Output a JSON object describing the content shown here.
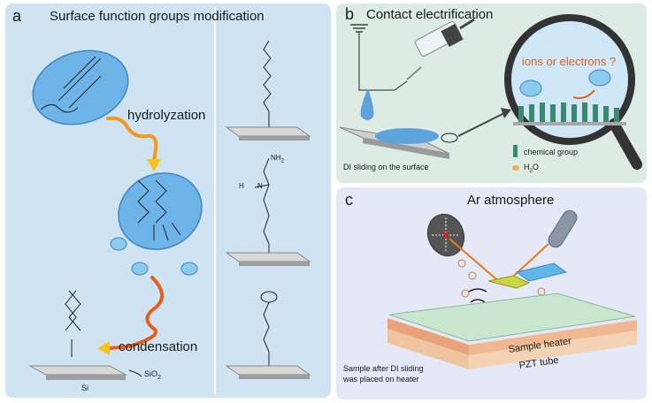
{
  "panel_a": {
    "letter": "a",
    "title": "Surface function groups modification",
    "step_hydrolyzation": "hydrolyzation",
    "step_condensation": "condensation",
    "sio2_label": "SiO",
    "sio2_sub": "2",
    "si_label": "Si",
    "amine_label": "NH",
    "amine_sub": "2",
    "h_label": "H",
    "n_label": "N"
  },
  "panel_b": {
    "letter": "b",
    "title": "Contact electrification",
    "caption": "DI sliding on the surface",
    "question": "ions or electrons ?",
    "legend_chemical": "chemical group",
    "legend_water": "H",
    "legend_water_sub": "2",
    "legend_water_tail": "O"
  },
  "panel_c": {
    "letter": "c",
    "title": "Ar atmosphere",
    "heater_label": "Sample heater",
    "pzt_label": "PZT tube",
    "caption_line1": "Sample after DI sliding",
    "caption_line2": "was placed on heater"
  },
  "colors": {
    "panel_a_bg": "#cfe3f3",
    "panel_b_bg": "#dcebe4",
    "panel_c_bg": "#e5e8f7",
    "question_text": "#e0621e",
    "droplet": "#5fa3dc",
    "laser": "#e87a1e",
    "heater": "#e9a37a"
  }
}
